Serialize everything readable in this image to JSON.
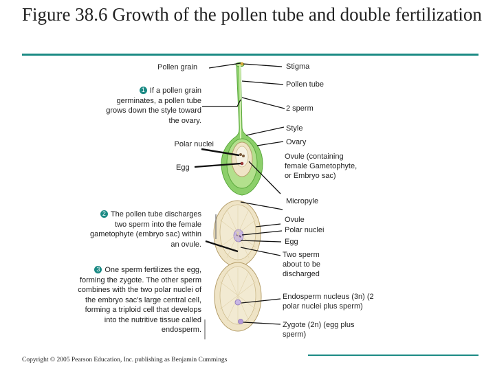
{
  "title": "Figure 38.6 Growth of the pollen tube and double fertilization",
  "left_labels": {
    "pollen_grain": "Pollen grain",
    "polar_nuclei": "Polar nuclei",
    "egg": "Egg"
  },
  "steps": [
    {
      "num": "1",
      "text": "If a pollen grain germinates, a pollen tube grows down the style toward the ovary."
    },
    {
      "num": "2",
      "text": "The pollen tube discharges two sperm into the female gametophyte (embryo sac) within an ovule."
    },
    {
      "num": "3",
      "text": "One sperm fertilizes the egg, forming the zygote. The other sperm combines with the two polar nuclei of the embryo sac's large central cell, forming a triploid cell that develops into the nutritive tissue called endosperm."
    }
  ],
  "right_labels": {
    "stigma": "Stigma",
    "pollen_tube": "Pollen tube",
    "two_sperm": "2 sperm",
    "style": "Style",
    "ovary": "Ovary",
    "ovule_containing": "Ovule (containing female Gametophyte, or Embryo sac)",
    "micropyle": "Micropyle",
    "ovule": "Ovule",
    "polar_nuclei": "Polar nuclei",
    "egg": "Egg",
    "two_sperm_discharged": "Two sperm about to be discharged",
    "endosperm_nucleus": "Endosperm nucleus (3n) (2 polar nuclei plus sperm)",
    "zygote": "Zygote (2n) (egg plus sperm)"
  },
  "copyright": "Copyright © 2005 Pearson Education, Inc. publishing as Benjamin Cummings",
  "colors": {
    "accent": "#1b8a84",
    "pistil_green": "#8ccf6a",
    "ovule_fill": "#efe4c6",
    "embryo_sac": "#f5f1e2"
  }
}
